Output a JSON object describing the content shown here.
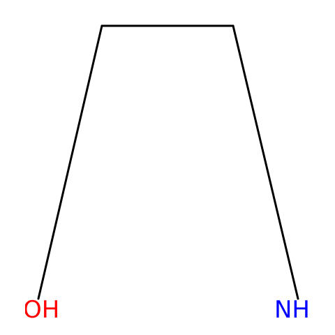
{
  "molecule": {
    "bond_color": "#000000",
    "atoms": [
      {
        "id": "o1",
        "label": "OH",
        "color": "#ff0000"
      },
      {
        "id": "c1",
        "label": "",
        "color": "#000000"
      },
      {
        "id": "c2",
        "label": "",
        "color": "#000000"
      },
      {
        "id": "n1",
        "label": "NH",
        "color": "#0000ff"
      }
    ],
    "bonds": [
      {
        "from": "o1",
        "to": "c1",
        "order": 1
      },
      {
        "from": "c1",
        "to": "c2",
        "order": 1
      },
      {
        "from": "c2",
        "to": "n1",
        "order": 1
      }
    ]
  }
}
